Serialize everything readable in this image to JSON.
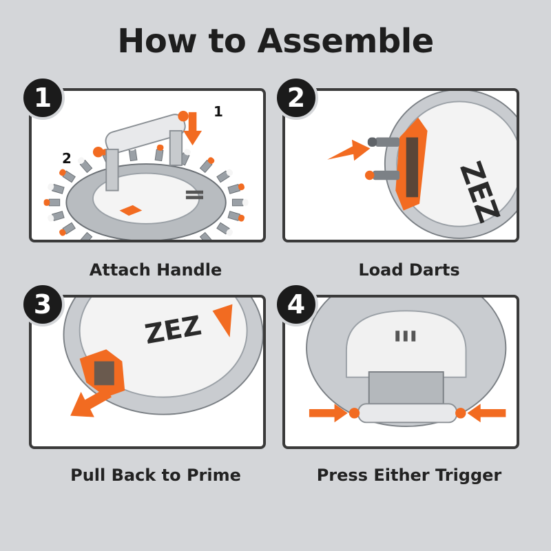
{
  "title": "How to Assemble",
  "colors": {
    "accent": "#f26b21",
    "dark": "#1b1b1b",
    "panel_border": "#3a3a3a",
    "background": "#d4d6d9"
  },
  "steps": [
    {
      "number": "1",
      "caption": "Attach Handle",
      "markers": [
        "1",
        "2"
      ]
    },
    {
      "number": "2",
      "caption": "Load Darts"
    },
    {
      "number": "3",
      "caption": "Pull Back to Prime"
    },
    {
      "number": "4",
      "caption": "Press Either Trigger"
    }
  ]
}
